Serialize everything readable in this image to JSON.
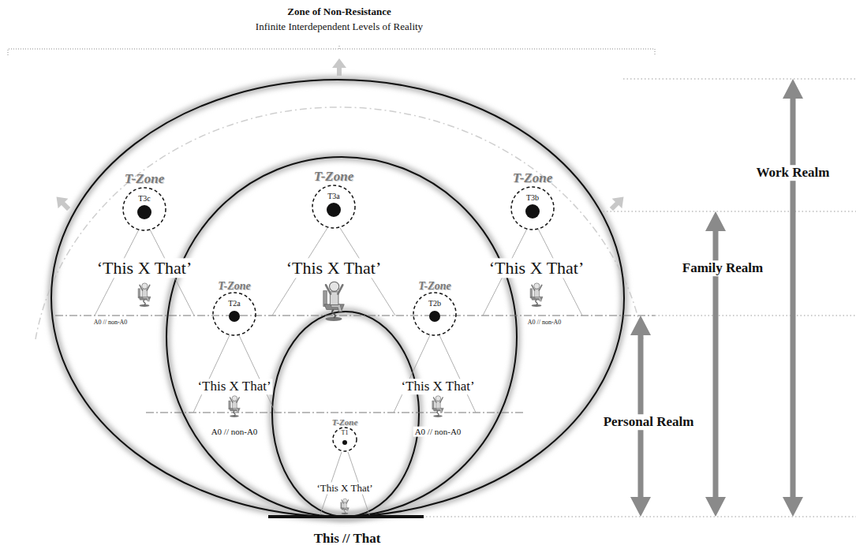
{
  "diagram": {
    "nodes": [
      {
        "text": [
          "T-Zone",
          "T3c"
        ]
      },
      {
        "text": [
          "T-Zone",
          "T3a"
        ]
      },
      {
        "text": [
          "T-Zone",
          "T3b"
        ]
      },
      {
        "text": [
          "T-Zone",
          "T2a"
        ]
      },
      {
        "text": [
          "T-Zone",
          "T2b"
        ]
      },
      {
        "text": [
          "T-Zone",
          "T1"
        ]
      }
    ],
    "labels": [
      "Zone of Non-Resistance",
      "Infinite Interdependent Levels of Reality",
      "Work Realm",
      "‘This X That’",
      "‘This X That’",
      "‘This X That’",
      "Family Realm",
      "A0 // non-A0",
      "A0 // non-A0",
      "‘This X That’",
      "‘This X That’",
      "Personal Realm",
      "A0 // non-A0",
      "A0 // non-A0",
      "‘This X That’",
      "This // That"
    ]
  }
}
